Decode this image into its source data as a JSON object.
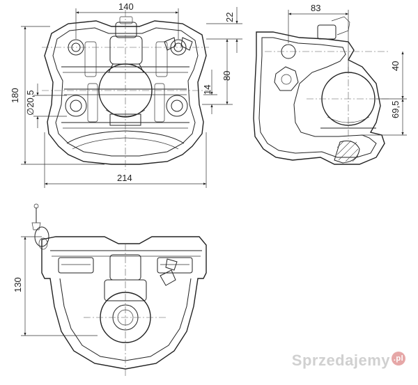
{
  "dimensions": {
    "front_width_top": "140",
    "front_top_offset": "22",
    "front_height_total": "180",
    "front_hole_diameter": "∅20,5",
    "front_inner_14": "14",
    "front_inner_80": "80",
    "front_width_bottom": "214",
    "side_width": "83",
    "side_height_40": "40",
    "side_height_69": "69,5",
    "bottom_height": "130"
  },
  "watermark": {
    "brand": "Sprzedajemy",
    "suffix": ".pl"
  }
}
